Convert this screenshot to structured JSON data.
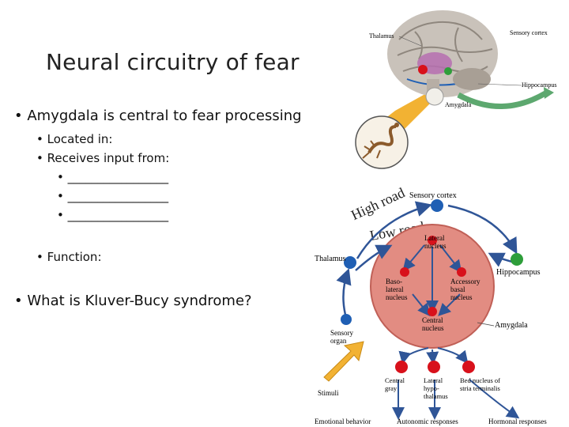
{
  "slide": {
    "title": "Neural circuitry of fear",
    "bullets": {
      "amygdala": "Amygdala is central to fear processing",
      "located": "Located in:",
      "receives": "Receives input from:",
      "blank1": "_________________",
      "blank2": "_________________",
      "blank3": "_________________",
      "function": "Function:",
      "kluver": "What is Kluver-Bucy syndrome?"
    },
    "bullet_glyph": "•"
  },
  "brain_figure": {
    "labels": {
      "thalamus": "Thalamus",
      "sensory_cortex": "Sensory cortex",
      "hippocampus": "Hippocampus",
      "amygdala": "Amygdala"
    }
  },
  "circuit_diagram": {
    "road_labels": {
      "high": "High road",
      "low": "Low road"
    },
    "labels": {
      "sensory_cortex": "Sensory cortex",
      "thalamus": "Thalamus",
      "hippocampus": "Hippocampus",
      "lateral_nucleus": "Lateral nucleus",
      "basolateral_nucleus": "Baso- lateral nucleus",
      "accessory_basal_nucleus": "Accessory basal nucleus",
      "central_nucleus": "Central nucleus",
      "amygdala": "Amygdala",
      "sensory_organ": "Sensory organ",
      "stimuli": "Stimuli",
      "central_gray": "Central gray",
      "lateral_hypothalamus": "Lateral hypo- thalamus",
      "bed_nucleus": "Bed nucleus of stria terminalis",
      "emotional_behavior": "Emotional behavior",
      "autonomic_responses": "Autonomic responses",
      "hormonal_responses": "Hormonal responses"
    },
    "colors": {
      "amygdala_fill": "#e28c82",
      "node_blue": "#1f5fb4",
      "node_green": "#2e9e3a",
      "node_red": "#d8111b",
      "arrow_blue": "#2f5597",
      "stimulus_arrow": "#f2b233"
    }
  }
}
